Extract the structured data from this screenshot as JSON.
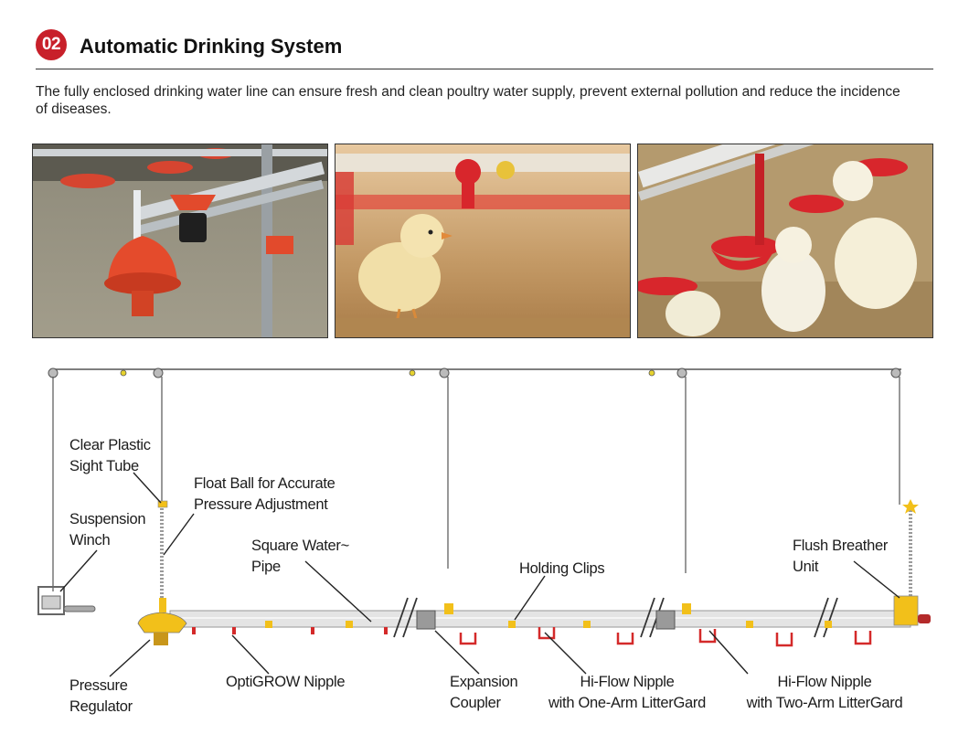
{
  "header": {
    "badge": "02",
    "title": "Automatic Drinking System"
  },
  "description": "The fully enclosed drinking water line can ensure fresh and clean poultry water supply, prevent external pollution and reduce the incidence of diseases.",
  "colors": {
    "accent": "#c8202a",
    "nipple_red": "#d42a2a",
    "pipe_yellow": "#f2c01a"
  },
  "diagram": {
    "labels": {
      "sight_tube": "Clear Plastic\nSight Tube",
      "float_ball": "Float Ball for Accurate\nPressure Adjustment",
      "suspension_winch": "Suspension\nWinch",
      "square_pipe": "Square Water~\nPipe",
      "holding_clips": "Holding Clips",
      "flush_breather": "Flush Breather\nUnit",
      "pressure_regulator": "Pressure\nRegulator",
      "optigrow_nipple": "OptiGROW Nipple",
      "expansion_coupler": "Expansion\nCoupler",
      "hiflow_one_arm": "Hi-Flow Nipple\nwith One-Arm LitterGard",
      "hiflow_two_arm": "Hi-Flow Nipple\nwith Two-Arm LitterGard"
    }
  }
}
